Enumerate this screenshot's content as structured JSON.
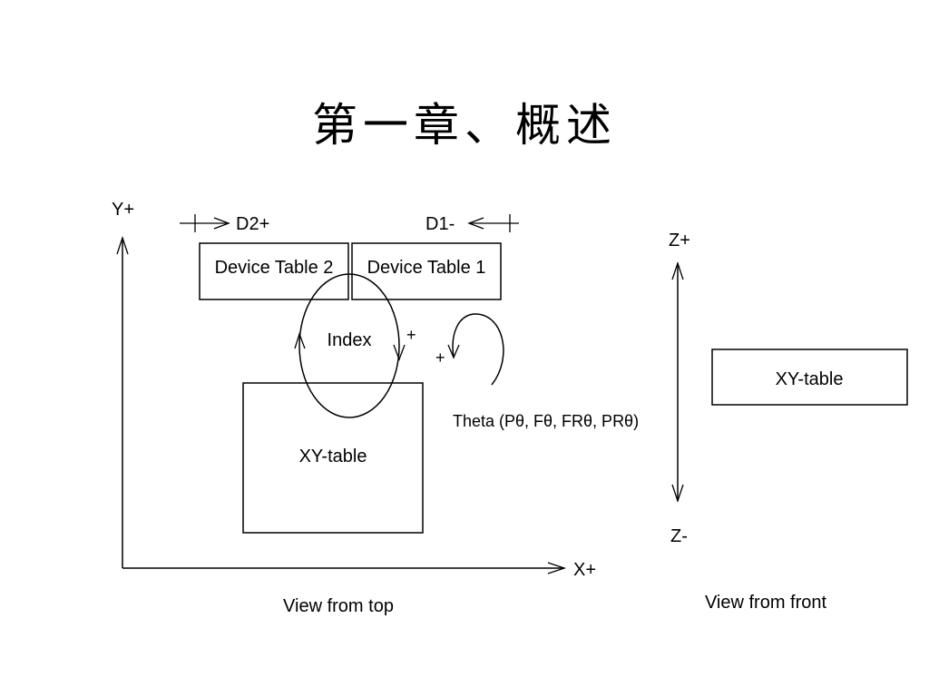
{
  "title": "第一章、概述",
  "top_view": {
    "y_axis_label": "Y+",
    "x_axis_label": "X+",
    "d2_label": "D2+",
    "d1_label": "D1-",
    "device_table_2": "Device Table 2",
    "device_table_1": "Device Table 1",
    "index_label": "Index",
    "index_plus": "+",
    "theta_plus": "+",
    "theta_label": "Theta (Pθ, Fθ, FRθ, PRθ)",
    "xy_table": "XY-table",
    "caption": "View from top"
  },
  "front_view": {
    "z_plus": "Z+",
    "z_minus": "Z-",
    "xy_table": "XY-table",
    "caption": "View from front"
  },
  "colors": {
    "line": "#000000",
    "background": "#ffffff"
  }
}
